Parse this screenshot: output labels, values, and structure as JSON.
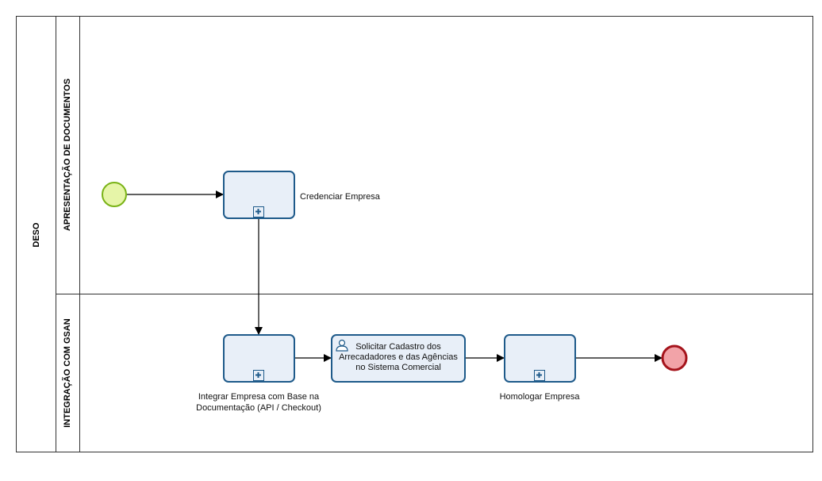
{
  "pool": {
    "label": "DESO"
  },
  "lanes": [
    {
      "label": "APRESENTAÇÃO DE DOCUMENTOS"
    },
    {
      "label": "INTEGRAÇÃO COM GSAN"
    }
  ],
  "tasks": {
    "credenciar": {
      "label": "Credenciar Empresa",
      "type": "subprocess"
    },
    "integrar": {
      "label_line1": "Integrar Empresa com Base na",
      "label_line2": "Documentação (API / Checkout)",
      "type": "subprocess"
    },
    "solicitar": {
      "label_line1": "Solicitar Cadastro dos",
      "label_line2": "Arrecadadores e das Agências",
      "label_line3": "no Sistema Comercial",
      "type": "user-task"
    },
    "homologar": {
      "label": "Homologar Empresa",
      "type": "subprocess"
    }
  },
  "events": {
    "start": {
      "type": "start",
      "color": "#e6f5a8"
    },
    "end": {
      "type": "end",
      "color": "#f2a3a8"
    }
  },
  "colors": {
    "task_border": "#1e5a8a",
    "task_fill": "#e8eff8"
  }
}
